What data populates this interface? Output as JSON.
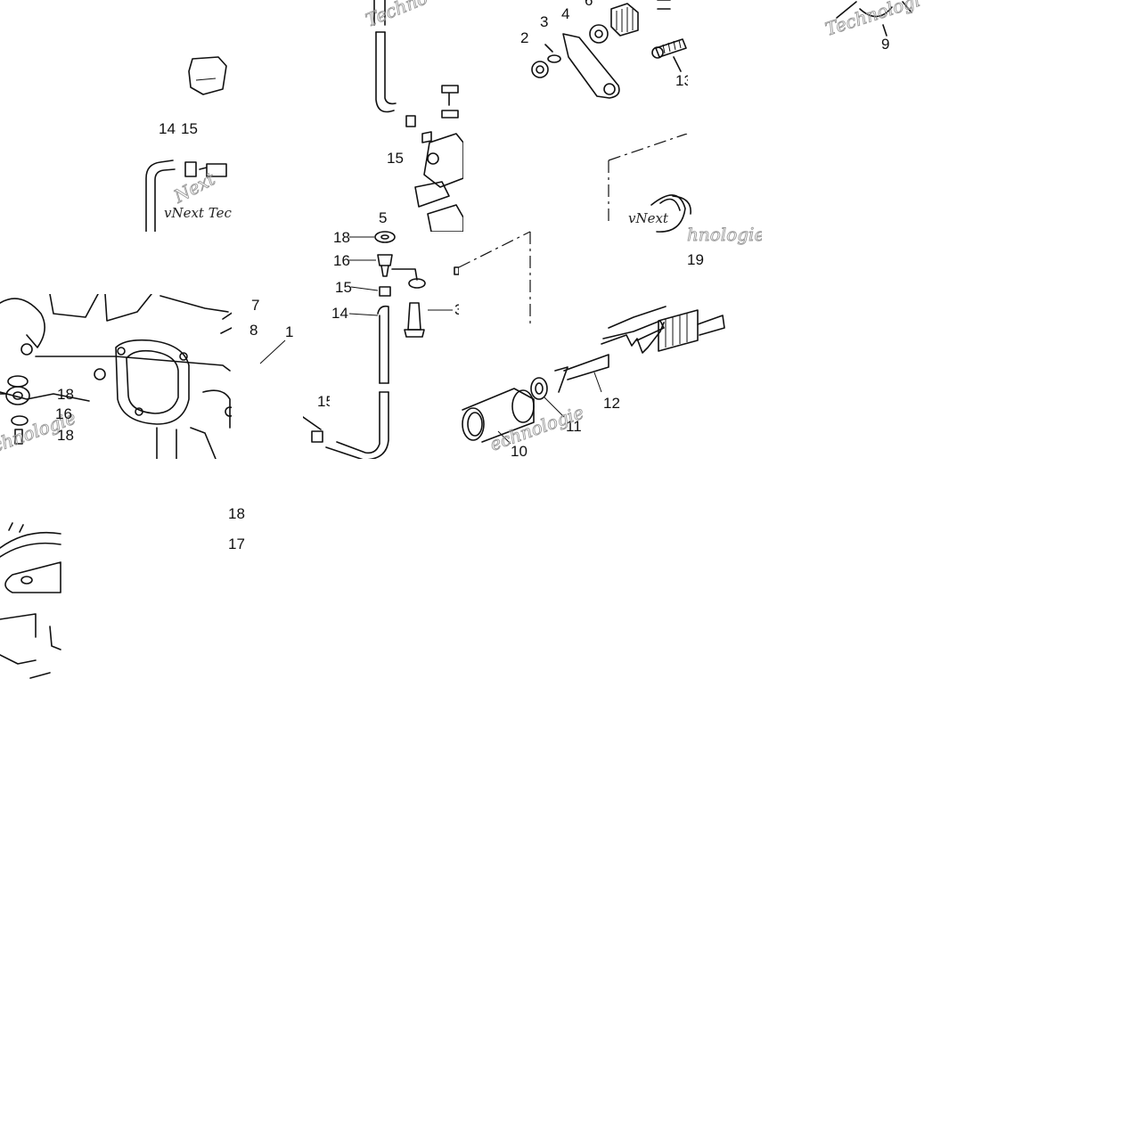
{
  "diagram": {
    "callouts": {
      "t1_14": "14",
      "t1_15": "15",
      "t2_15": "15",
      "t3_2": "2",
      "t3_3": "3",
      "t3_4": "4",
      "t3_6": "6",
      "t3_13": "13",
      "t4_9": "9",
      "t5_7": "7",
      "t5_8": "8",
      "t5_1": "1",
      "t5_18a": "18",
      "t5_16": "16",
      "t5_18b": "18",
      "t5_15": "15",
      "t6_5": "5",
      "t6_18": "18",
      "t6_16": "16",
      "t6_15": "15",
      "t6_14": "14",
      "t6_3": "3",
      "t7_19": "19",
      "t7_12": "12",
      "t7_11": "11",
      "t7_10": "10",
      "t8_18": "18",
      "t8_17": "17"
    },
    "watermarks": {
      "brand_full": "vNext Technologies",
      "brand_short": "vNext Tec",
      "brand_tail": "Technologies",
      "brand_tail_short": "hnologies",
      "brand_frag": "Technologi",
      "brand_frag2": "Techno",
      "brand_frag3": "echnologie",
      "brand_frag4": "vNext",
      "brand_frag5": "Next",
      "brand_frag6": "chnologie"
    }
  }
}
